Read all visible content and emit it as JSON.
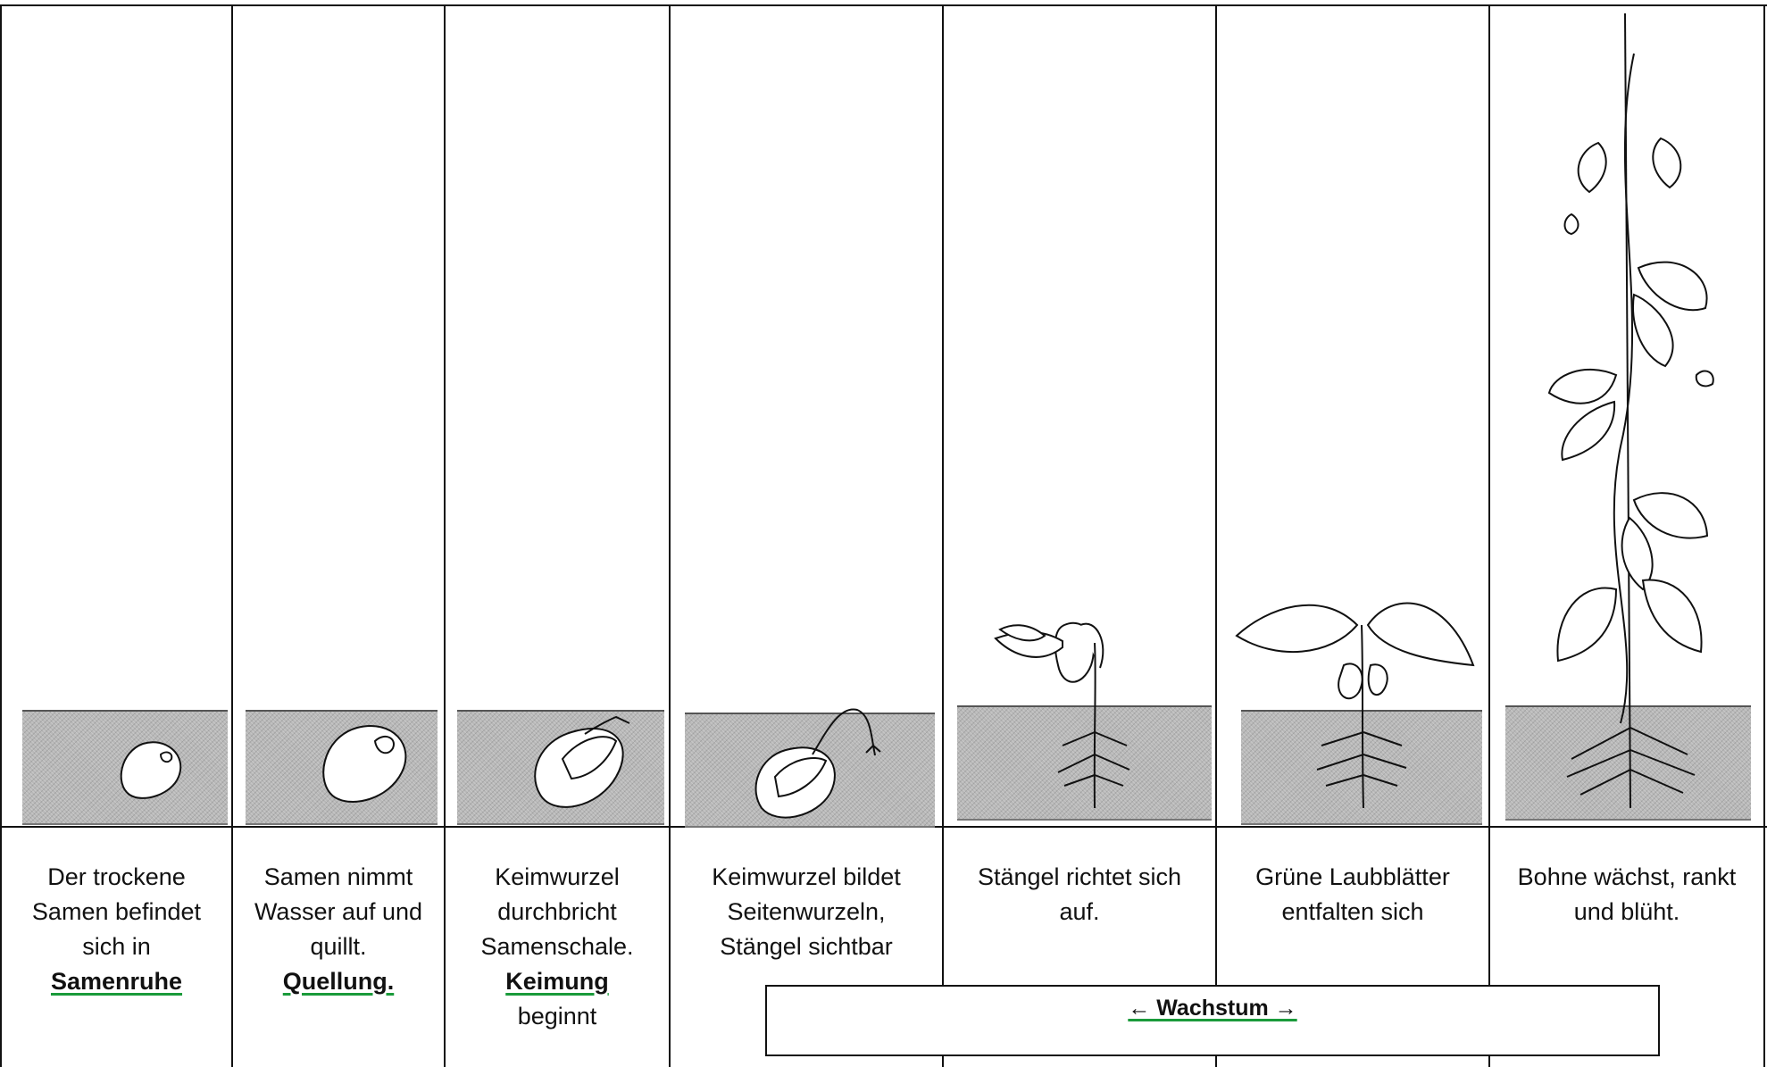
{
  "stages": [
    {
      "lines": [
        "Der trockene",
        "Samen befindet",
        "sich in"
      ],
      "term": "Samenruhe",
      "after": ""
    },
    {
      "lines": [
        "Samen nimmt",
        "Wasser auf und",
        "quillt."
      ],
      "term": "Quellung.",
      "after": ""
    },
    {
      "lines": [
        "Keimwurzel",
        "durchbricht",
        "Samenschale."
      ],
      "term": "Keimung",
      "after": "beginnt"
    },
    {
      "lines": [
        "Keimwurzel bildet",
        "Seitenwurzeln,",
        "Stängel sichtbar"
      ],
      "term": "",
      "after": ""
    },
    {
      "lines": [
        "Stängel richtet sich",
        "auf."
      ],
      "term": "",
      "after": ""
    },
    {
      "lines": [
        "Grüne Laubblätter",
        "entfalten sich"
      ],
      "term": "",
      "after": ""
    },
    {
      "lines": [
        "Bohne wächst, rankt",
        "und blüht."
      ],
      "term": "",
      "after": ""
    }
  ],
  "growth": {
    "label": "← Wachstum →"
  },
  "colors": {
    "underline": "#1a9a3a",
    "soil": "#b8b8b8",
    "ink": "#111111"
  }
}
